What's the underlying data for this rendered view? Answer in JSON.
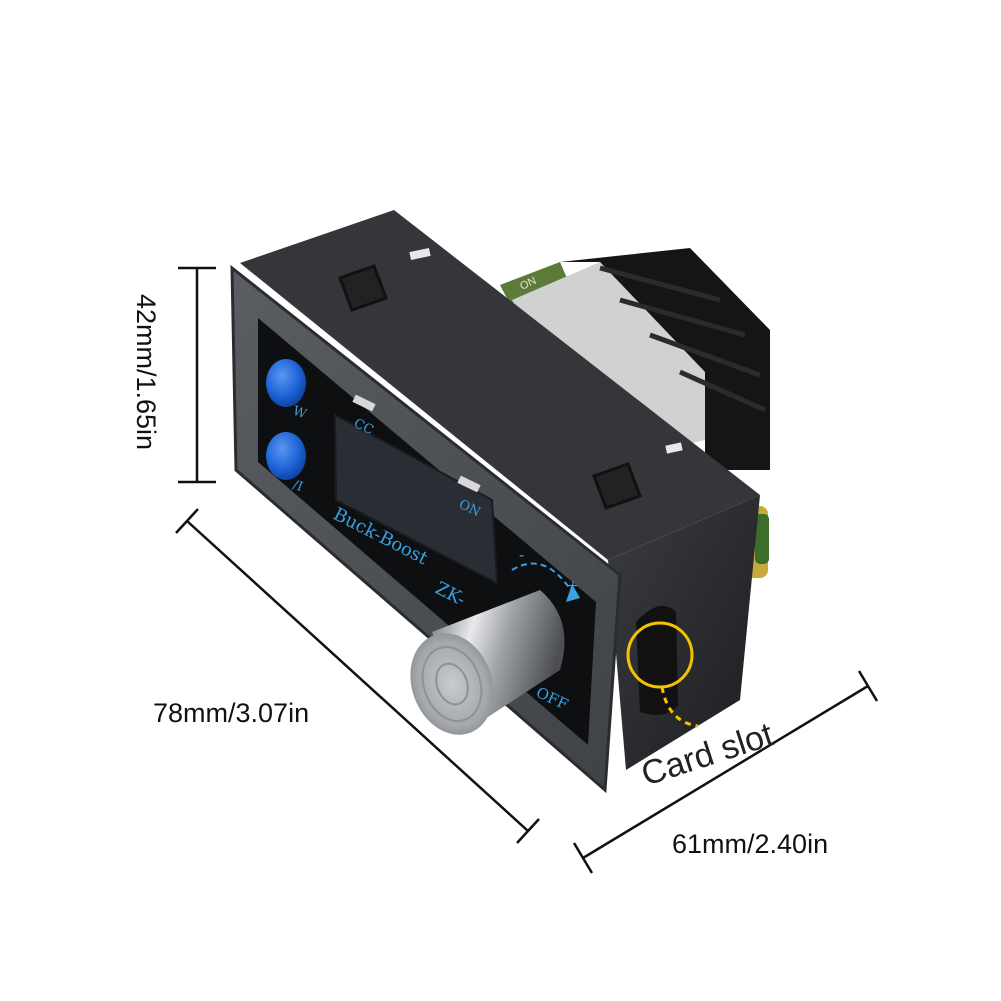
{
  "dimensions": {
    "height_label": "42mm/1.65in",
    "length_label": "78mm/3.07in",
    "depth_label": "61mm/2.40in"
  },
  "callout": {
    "label": "Card slot",
    "color": "#f2c300"
  },
  "panel": {
    "indicator_cc": "CC",
    "indicator_on": "ON",
    "brand_text": "Buck-Boost",
    "model_text": "ZK-",
    "button_top_label": "W",
    "button_bottom_label": "/I",
    "switch_label": "OFF",
    "knob_minus": "-",
    "knob_plus": "+",
    "accent_color": "#3aa0e0",
    "button_color": "#1e64d8",
    "bezel_color": "#4a4d52"
  },
  "pcb": {
    "silkscreen_text": "ON"
  }
}
